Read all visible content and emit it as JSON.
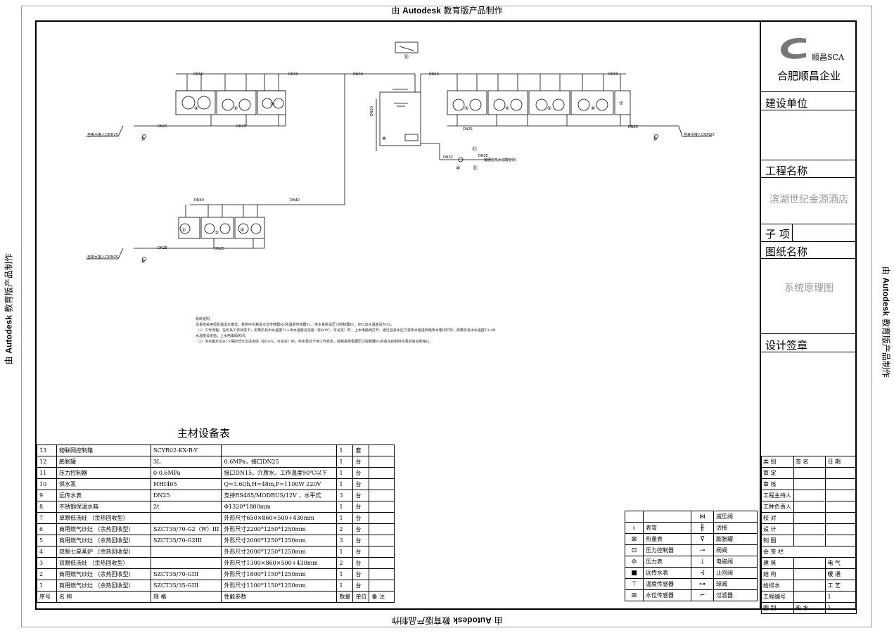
{
  "watermark": {
    "prefix": "由 ",
    "brand": "Autodesk",
    "suffix": " 教育版产品制作"
  },
  "title_block": {
    "logo_text": "顺昌SCA",
    "company": "合肥顺昌企业",
    "construction_unit": "建设单位",
    "project_name_label": "工程名称",
    "project_name": "滨湖世纪金源酒店",
    "sub_item": "子  项",
    "drawing_name_label": "图纸名称",
    "drawing_name": "系统原理图",
    "design_seal": "设计签章",
    "signatures": {
      "header": [
        "类  别",
        "签    名",
        "日  期"
      ],
      "rows": [
        "审    定",
        "审    核",
        "工程主持人",
        "工种负责人",
        "校    对",
        "设    计",
        "制    图"
      ],
      "countersign": "会 签 栏",
      "disciplines": [
        [
          "建  筑",
          "电  气"
        ],
        [
          "结  构",
          "暖  通"
        ],
        [
          "给排水",
          "工  艺"
        ]
      ],
      "project_no": "工程编号",
      "category": "图    别",
      "category_value": "热    水",
      "sheet_chars": [
        "图",
        "号"
      ],
      "sheet_values": [
        "1",
        "1"
      ]
    }
  },
  "equipment_table": {
    "title": "主材设备表",
    "header": [
      "序号",
      "名  称",
      "规  格",
      "性能参数",
      "数量",
      "单位",
      "备  注"
    ],
    "rows": [
      [
        "13",
        "物联网控制箱",
        "SCYR02-KX-B-Y",
        "",
        "1",
        "套",
        ""
      ],
      [
        "12",
        "膨胀罐",
        "3L",
        "0.6MPa，接口DN25",
        "1",
        "台",
        ""
      ],
      [
        "11",
        "压力控制器",
        "0-0.6MPa",
        "接口DN15，介质水，工作温度90℃以下",
        "1",
        "台",
        ""
      ],
      [
        "10",
        "供水泵",
        "MHI405",
        "Q=3.6t/h,H=48m,P=1100W 220V",
        "1",
        "台",
        ""
      ],
      [
        "9",
        "远传水表",
        "DN25",
        "支持RS485/MODBUS/12V ，水平式",
        "3",
        "台",
        ""
      ],
      [
        "8",
        "不锈钢保温水箱",
        "2t",
        "Φ1320*1800mm",
        "1",
        "台",
        ""
      ],
      [
        "7",
        "单眼低汤灶 （余热回收型）",
        "",
        "外形尺寸650×860×500+430mm",
        "1",
        "台",
        ""
      ],
      [
        "6",
        "商用燃气炒灶 （余热回收型）",
        "SZCT35/70-G2（W）III",
        "外形尺寸2200*1250*1250mm",
        "2",
        "台",
        ""
      ],
      [
        "5",
        "商用燃气炒灶 （余热回收型）",
        "SZCT35/70-G2III",
        "外形尺寸2000*1250*1250mm",
        "3",
        "台",
        ""
      ],
      [
        "4",
        "双眼七星蒸炉 （余热回收型）",
        "",
        "外形尺寸2000*1250*1250mm",
        "1",
        "台",
        ""
      ],
      [
        "3",
        "双眼低汤灶 （余热回收型）",
        "",
        "外形尺寸1300×860×500+430mm",
        "2",
        "台",
        ""
      ],
      [
        "2",
        "商用燃气炒灶 （余热回收型）",
        "SZCT35/70-GIII",
        "外形尺寸1800*1150*1250mm",
        "1",
        "台",
        ""
      ],
      [
        "1",
        "商用燃气炒灶 （余热回收型）",
        "SZCT35/35-GIII",
        "外形尺寸1100*1150*1250mm",
        "1",
        "台",
        ""
      ]
    ]
  },
  "legend": {
    "rows": [
      [
        "",
        "",
        "⋈",
        "减压阀"
      ],
      [
        "♭",
        "表弯",
        "╫",
        "活接"
      ],
      [
        "⊠",
        "热量表",
        "⊽",
        "膨胀罐"
      ],
      [
        "⊡",
        "压力控制器",
        "⊸",
        "闸阀"
      ],
      [
        "⊘",
        "压力表",
        "⊥",
        "电磁阀"
      ],
      [
        "■",
        "远传水表",
        "⊰",
        "止回阀"
      ],
      [
        "⊤",
        "温度传感器",
        "⊶",
        "球阀"
      ],
      [
        "⊞",
        "水位传感器",
        "⌐",
        "过滤器"
      ]
    ]
  },
  "diagram": {
    "pipe_labels": {
      "dn50": "DN50",
      "dn40": "DN40",
      "dn25": "DN25",
      "dn32": "DN32"
    },
    "inlet_label": "自来水接入口DN25",
    "outlet_label": "接厨房热水储罐管网",
    "device_numbers": [
      "①",
      "②",
      "③",
      "④",
      "⑤",
      "⑥",
      "⑦",
      "⑧",
      "⑨",
      "⑩",
      "⑪",
      "⑫",
      "⑬"
    ]
  },
  "notes": {
    "lines": [
      "系统说明:",
      "本系统采用恒定温出水模式，系统中水箱设水位传感器H1和温度传感器T1，供水系统设压力控制器P1，炉口出水温度设为T3。",
      "（1）工作流程：在炉具工作状态下，如果炉具出水温度T3>出水温度设定值（如60℃，可设定）时，上水电磁阀打开，通过自来水压力将热水输送到储热水箱中贮存；如果炉具出水温度T3<出",
      "水温度设定值，上水电磁阀关闭。",
      "（2）当水箱水位H1>保护低水位设定值（如10%，可设定）时，供水泵处于待工作状态，控制系统根据压力控制器P1的变化控制供水泵的启动和停止。"
    ]
  },
  "colors": {
    "line": "#000000",
    "muted": "#999999"
  }
}
